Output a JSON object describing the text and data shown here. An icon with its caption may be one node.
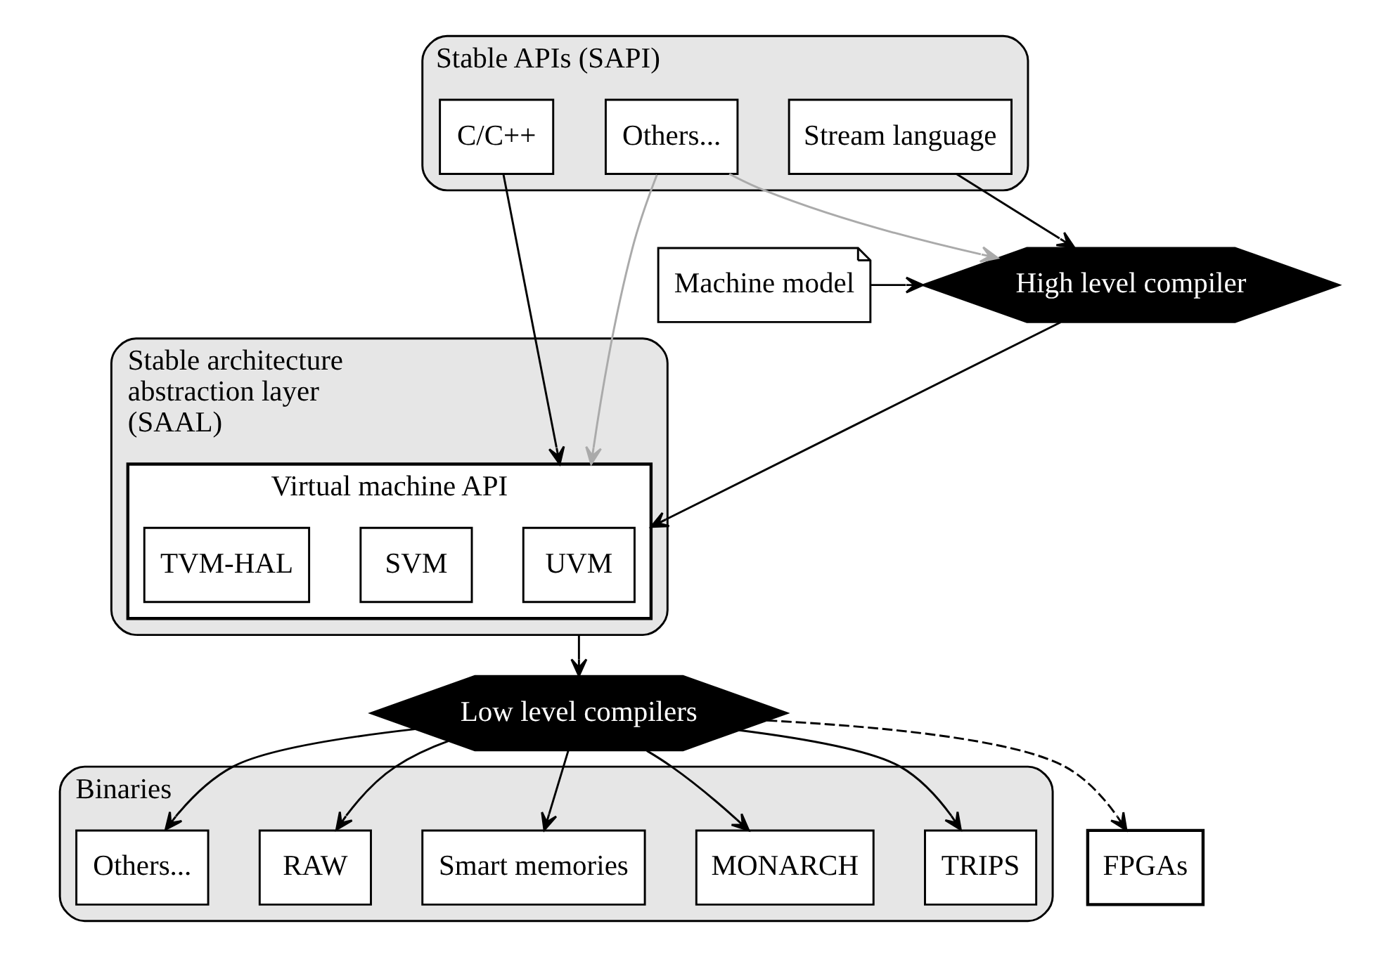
{
  "diagram": {
    "nodes": [
      {
        "text": [
          "Stable APIs (SAPI)"
        ]
      },
      {
        "text": [
          "C/C++"
        ],
        "in": 0
      },
      {
        "text": [
          "Stream language"
        ],
        "in": 0
      },
      {
        "text": [
          "Others..."
        ],
        "in": 0
      },
      {
        "text": [
          "High level compiler"
        ]
      },
      {
        "text": [
          "Machine model"
        ]
      },
      {
        "text": [
          "Stable architecture abstraction layer (SAAL)"
        ]
      },
      {
        "text": [
          "Virtual machine API"
        ],
        "in": 6
      },
      {
        "text": [
          "UVM"
        ],
        "in": 7
      },
      {
        "text": [
          "SVM"
        ],
        "in": 7
      },
      {
        "text": [
          "TVM-HAL"
        ],
        "in": 7
      },
      {
        "text": [
          "Low level compilers"
        ]
      },
      {
        "text": [
          "Binaries"
        ]
      },
      {
        "text": [
          "TRIPS"
        ],
        "in": 12
      },
      {
        "text": [
          "MONARCH"
        ],
        "in": 12
      },
      {
        "text": [
          "Smart memories"
        ],
        "in": 12
      },
      {
        "text": [
          "RAW"
        ],
        "in": 12
      },
      {
        "text": [
          "Others..."
        ],
        "in": 12
      },
      {
        "text": [
          "FPGAs"
        ]
      }
    ],
    "edges": [
      {
        "from": 1,
        "to": 7,
        "arrow": "to"
      },
      {
        "from": 2,
        "to": 4,
        "arrow": "to"
      },
      {
        "from": 3,
        "to": 4,
        "arrow": "to",
        "color": "#aaaaaa"
      },
      {
        "from": 3,
        "to": 7,
        "arrow": "to",
        "color": "#aaaaaa"
      },
      {
        "from": 5,
        "to": 4,
        "arrow": "to"
      },
      {
        "from": 4,
        "to": 7,
        "arrow": "to"
      },
      {
        "from": 6,
        "to": 11,
        "arrow": "to"
      },
      {
        "from": 11,
        "to": 13,
        "arrow": "to"
      },
      {
        "from": 11,
        "to": 14,
        "arrow": "to"
      },
      {
        "from": 11,
        "to": 15,
        "arrow": "to"
      },
      {
        "from": 11,
        "to": 16,
        "arrow": "to"
      },
      {
        "from": 11,
        "to": 17,
        "arrow": "to"
      },
      {
        "from": 11,
        "to": 18,
        "arrow": "to",
        "style": "dashed"
      }
    ]
  }
}
